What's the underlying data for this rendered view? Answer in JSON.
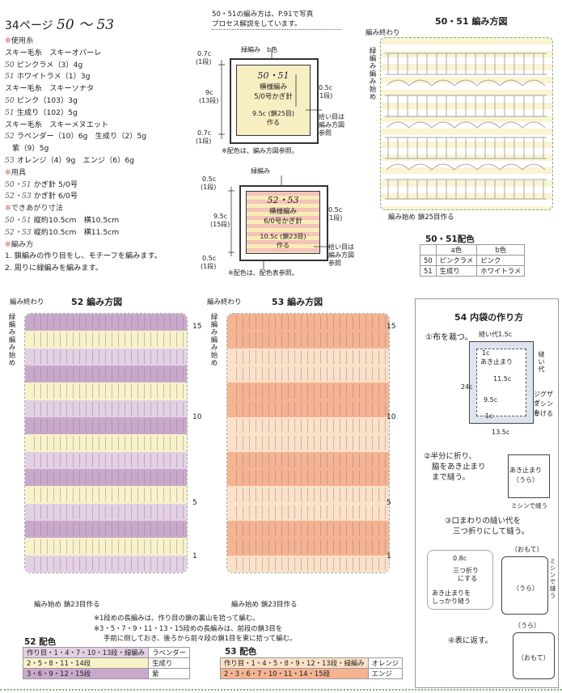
{
  "header": {
    "page": "34ページ",
    "range": "50 〜 53"
  },
  "info": {
    "yarn_head": "使用糸",
    "yarn": [
      {
        "n": "",
        "t": "スキー毛糸　スキーオパーレ"
      },
      {
        "n": "50",
        "t": "ピンクラメ（3）4g"
      },
      {
        "n": "51",
        "t": "ホワイトラメ（1）3g"
      },
      {
        "n": "",
        "t": "スキー毛糸　スキーソナタ"
      },
      {
        "n": "50",
        "t": "ピンク（103）3g"
      },
      {
        "n": "51",
        "t": "生成り（102）5g"
      },
      {
        "n": "",
        "t": "スキー毛糸　スキーメヌエット"
      },
      {
        "n": "52",
        "t": "ラベンダー（10）6g　生成り（2）5g"
      },
      {
        "n": "",
        "t": "　紫（9）5g"
      },
      {
        "n": "53",
        "t": "オレンジ（4）9g　エンジ（6）6g"
      }
    ],
    "tool_head": "用具",
    "tools": [
      {
        "n": "50・51",
        "t": "かぎ針 5/0号"
      },
      {
        "n": "52・53",
        "t": "かぎ針 6/0号"
      }
    ],
    "size_head": "できあがり寸法",
    "sizes": [
      {
        "n": "50・51",
        "t": "縦約10.5cm　横10.5cm"
      },
      {
        "n": "52・53",
        "t": "縦約10.5cm　横11.5cm"
      }
    ],
    "method_head": "編み方",
    "methods": [
      "1. 鎖編みの作り目をし、モチーフを編みます。",
      "2. 周りに緑編みを編みます。"
    ]
  },
  "note50": {
    "l1": "50・51の編み方は、P.91で写真",
    "l2": "プロセス解説をしています。"
  },
  "d50": {
    "top": "緑編み　b色",
    "title": "50・51",
    "t1": "横様編み",
    "t2": "5/0号かぎ針",
    "l07a": "0.7c",
    "l07a2": "(1段)",
    "l9c": "9c",
    "l9c2": "(13段)",
    "l05": "0.5c",
    "l05b": "(1段)",
    "w": "9.5c (鎖25目)",
    "w2": "作る",
    "l07b": "0.7c",
    "l07b2": "(1段)",
    "pick": "拾い目は",
    "pick2": "編み方図",
    "pick3": "参照",
    "note": "※配色は、編み方図参照。"
  },
  "d52": {
    "top": "緑編み",
    "title": "52・53",
    "t1": "横様編み",
    "t2": "6/0号かぎ針",
    "la": "0.5c",
    "la2": "(1段)",
    "lh": "9.5c",
    "lh2": "(15段)",
    "lr": "0.5c",
    "lr2": "(1段)",
    "w": "10.5c (鎖23目)",
    "w2": "作る",
    "lb": "0.5c",
    "lb2": "(1段)",
    "pick": "拾い目は",
    "pick2": "編み方図",
    "pick3": "参照",
    "note": "※配色は、配色表参照。"
  },
  "chart50": {
    "title": "50・51 編み方図",
    "end": "編み終わり",
    "start": "緑編み編み始め",
    "foot": "編み始め 鎖25目作る"
  },
  "color50": {
    "title": "50・51配色",
    "head": [
      "",
      "a色",
      "b色"
    ],
    "rows": [
      [
        "50",
        "ピンクラメ",
        "ピンク"
      ],
      [
        "51",
        "生成り",
        "ホワイトラメ"
      ]
    ]
  },
  "chart52": {
    "title": "52 編み方図",
    "end": "編み終わり",
    "start": "緑編み編み始め",
    "foot": "編み始め 鎖23目作る",
    "r15": "15",
    "r10": "10",
    "r5": "5",
    "r1": "1"
  },
  "chart53": {
    "title": "53 編み方図",
    "end": "編み終わり",
    "start": "緑編み編み始め",
    "foot": "編み始め 鎖23目作る",
    "r15": "15",
    "r10": "10",
    "r5": "5",
    "r1": "1"
  },
  "notes": {
    "n1": "※1段めの長編みは、作り目の鎖の裏山を拾って編む。",
    "n2": "※3・5・7・9・11・13・15段めの長編みは、前段の鎖3目を",
    "n3": "手前に倒しておき、後ろから前々段の鎖1目を束に拾って編む。"
  },
  "color52": {
    "title": "52 配色",
    "rows": [
      [
        "作り目・1・4・7・10・13段・緑編み",
        "ラベンダー"
      ],
      [
        "2・5・8・11・14段",
        "生成り"
      ],
      [
        "3・6・9・12・15段",
        "紫"
      ]
    ]
  },
  "color53": {
    "title": "53 配色",
    "rows": [
      [
        "作り目・1・4・5・8・9・12・13段・緑編み",
        "オレンジ"
      ],
      [
        "2・3・6・7・10・11・14・15段",
        "エンジ"
      ]
    ]
  },
  "p54": {
    "title": "54 内袋の作り方",
    "s1": "①布を裁つ。",
    "s1a": "縫い代1.5c",
    "c1": "1c",
    "stop": "あき止まり",
    "w115": "11.5c",
    "h24": "24c",
    "h95": "9.5c",
    "c1b": "1c",
    "w135": "13.5c",
    "seam": "縫い代",
    "zig": "ジグザグ",
    "mishin": "ミシンを",
    "kakeru": "かける",
    "s2": "②半分に折り、",
    "s2b": "脇をあき止まり",
    "s2c": "まで縫う。",
    "stop2": "あき止まり",
    "ura": "（うら）",
    "mishin2": "ミシンで縫う",
    "s3": "③口まわりの縫い代を",
    "s3b": "三つ折りにして縫う。",
    "omote": "（おもて）",
    "c08": "0.8c",
    "mitsu": "三つ折り",
    "nisuru": "にする",
    "stop3": "あき止まりを",
    "stop3b": "しっかり縫う",
    "ura2": "（うら）",
    "mishin3": "ミシンで縫う",
    "s4": "④表に返す。",
    "ura3": "（うら）",
    "omote2": "（おもて）"
  },
  "colors": {
    "pinkband": "#f3c9c4",
    "yellowband": "#f7efb5",
    "lav": "#e3d0e4",
    "purple": "#c9a9cb",
    "cream": "#f8f2c9",
    "orange": "#f5b391",
    "ora_light": "#fbe1c7",
    "rowblue": "#dde4f0"
  }
}
